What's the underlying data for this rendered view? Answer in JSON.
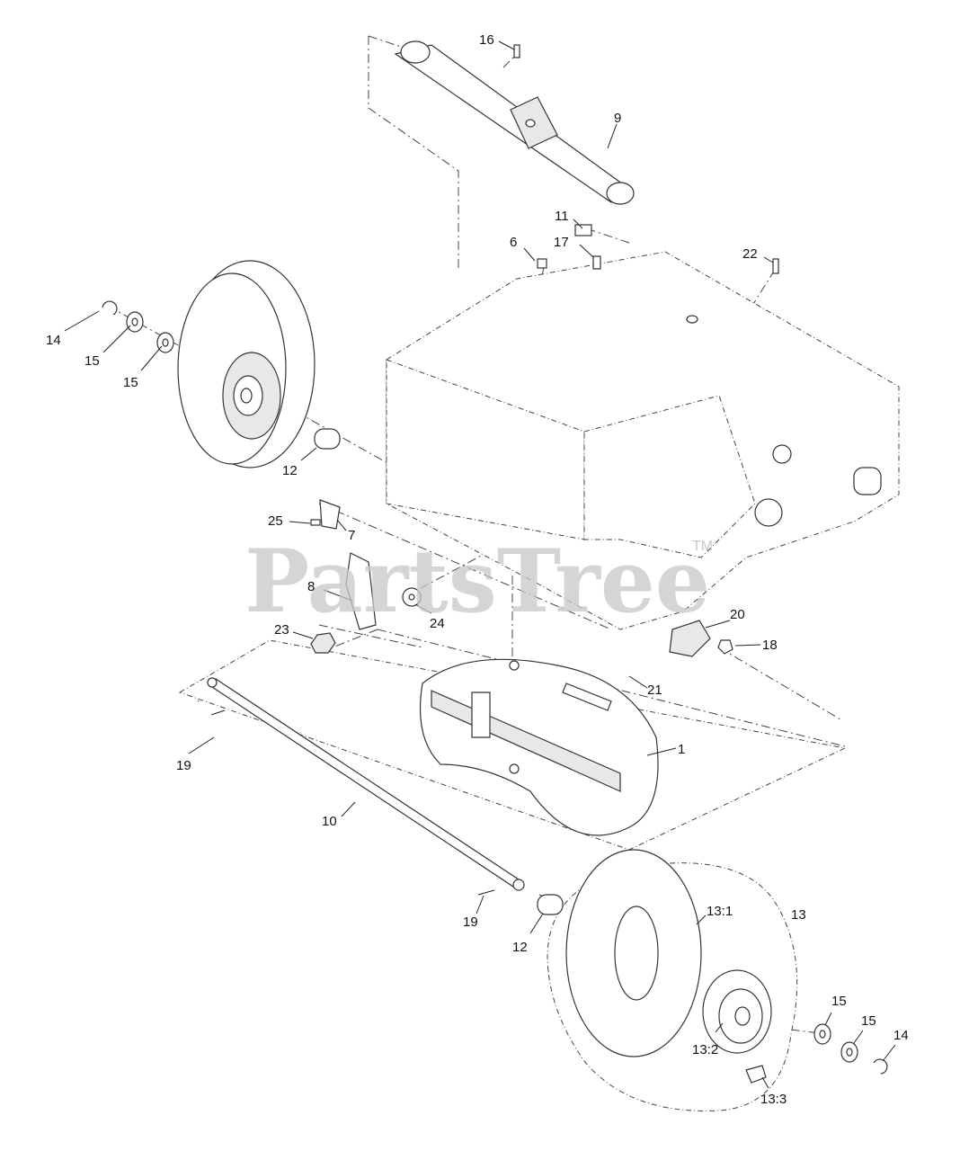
{
  "watermark": {
    "text": "PartsTree",
    "tm": "TM"
  },
  "callouts": [
    {
      "id": "16",
      "label": "16"
    },
    {
      "id": "9",
      "label": "9"
    },
    {
      "id": "11",
      "label": "11"
    },
    {
      "id": "6",
      "label": "6"
    },
    {
      "id": "17",
      "label": "17"
    },
    {
      "id": "22",
      "label": "22"
    },
    {
      "id": "14-left",
      "label": "14"
    },
    {
      "id": "15-left-a",
      "label": "15"
    },
    {
      "id": "15-left-b",
      "label": "15"
    },
    {
      "id": "12-left",
      "label": "12"
    },
    {
      "id": "25",
      "label": "25"
    },
    {
      "id": "7",
      "label": "7"
    },
    {
      "id": "8",
      "label": "8"
    },
    {
      "id": "24",
      "label": "24"
    },
    {
      "id": "23",
      "label": "23"
    },
    {
      "id": "20",
      "label": "20"
    },
    {
      "id": "18",
      "label": "18"
    },
    {
      "id": "21",
      "label": "21"
    },
    {
      "id": "1",
      "label": "1"
    },
    {
      "id": "19-left",
      "label": "19"
    },
    {
      "id": "10",
      "label": "10"
    },
    {
      "id": "19-right",
      "label": "19"
    },
    {
      "id": "12-right",
      "label": "12"
    },
    {
      "id": "13-1",
      "label": "13:1"
    },
    {
      "id": "13",
      "label": "13"
    },
    {
      "id": "13-2",
      "label": "13:2"
    },
    {
      "id": "13-3",
      "label": "13:3"
    },
    {
      "id": "15-right-a",
      "label": "15"
    },
    {
      "id": "15-right-b",
      "label": "15"
    },
    {
      "id": "14-right",
      "label": "14"
    }
  ]
}
